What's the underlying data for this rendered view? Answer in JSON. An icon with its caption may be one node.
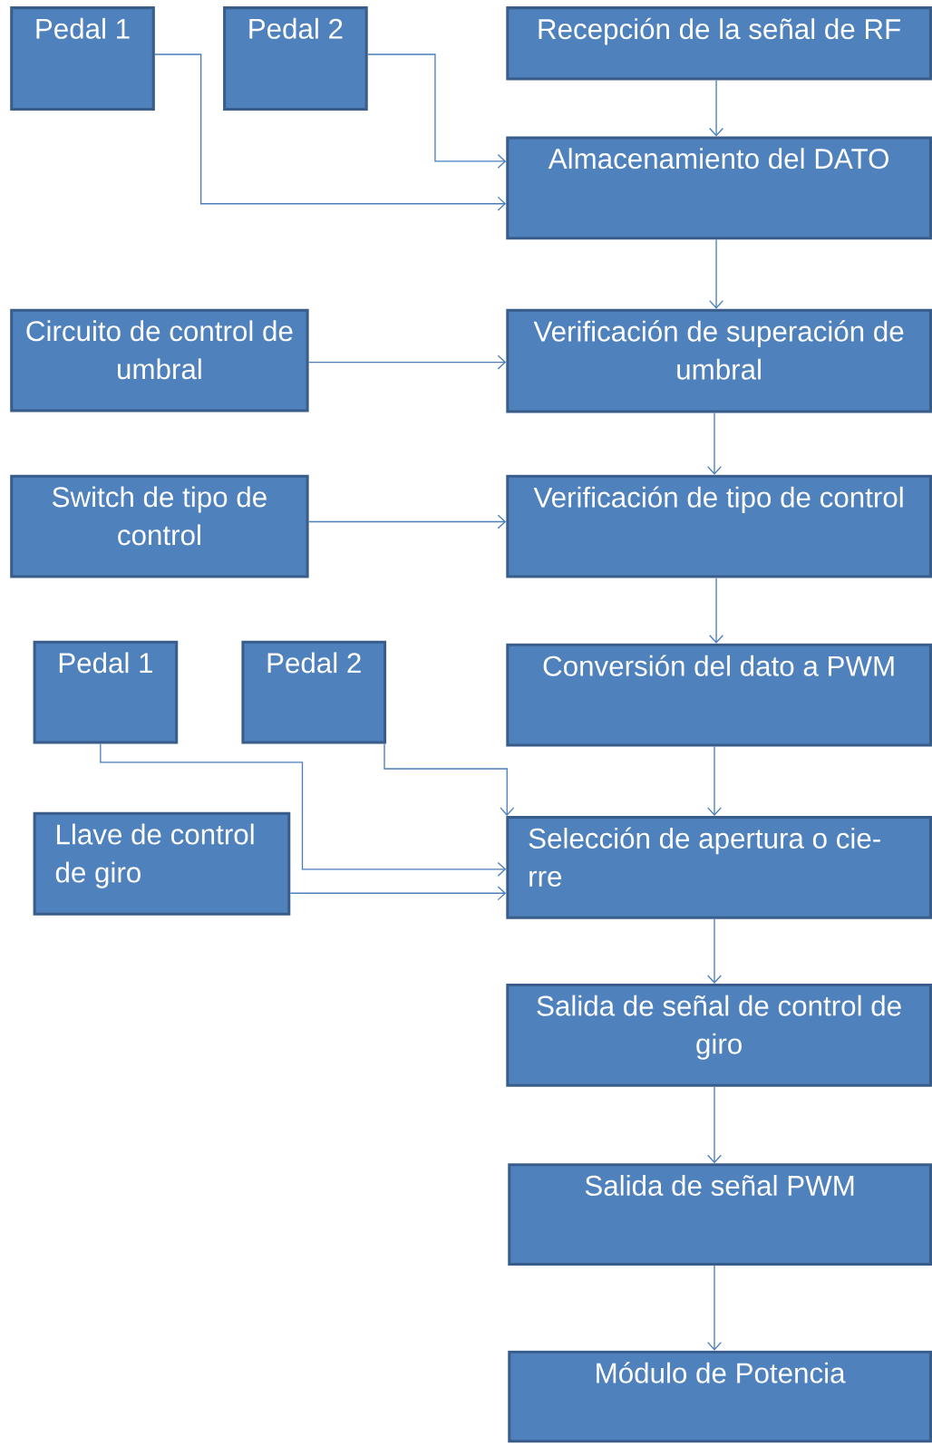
{
  "diagram": {
    "nodes": [
      {
        "text": [
          "Pedal 1"
        ]
      },
      {
        "text": [
          "Pedal 2"
        ]
      },
      {
        "text": [
          "Recepción de la señal de RF"
        ]
      },
      {
        "text": [
          "Almacenamiento del DATO"
        ]
      },
      {
        "text": [
          "Circuito de control de umbral"
        ]
      },
      {
        "text": [
          "Verificación de superación de umbral"
        ]
      },
      {
        "text": [
          "Switch de tipo de control"
        ]
      },
      {
        "text": [
          "Verificación de tipo de control"
        ]
      },
      {
        "text": [
          "Pedal 1"
        ]
      },
      {
        "text": [
          "Pedal 2"
        ]
      },
      {
        "text": [
          "Conversión del dato a PWM"
        ]
      },
      {
        "text": [
          "Llave de control de giro"
        ]
      },
      {
        "text": [
          "Selección de apertura o cie- rre"
        ]
      },
      {
        "text": [
          "Salida de señal de control de giro"
        ]
      },
      {
        "text": [
          "Salida de señal PWM"
        ]
      },
      {
        "text": [
          "Módulo de Potencia"
        ]
      }
    ],
    "edges": [
      {
        "from": 0,
        "to": 3,
        "arrow": "to"
      },
      {
        "from": 1,
        "to": 3,
        "arrow": "to"
      },
      {
        "from": 2,
        "to": 3,
        "arrow": "to"
      },
      {
        "from": 3,
        "to": 5,
        "arrow": "to"
      },
      {
        "from": 4,
        "to": 5,
        "arrow": "to"
      },
      {
        "from": 5,
        "to": 7,
        "arrow": "to"
      },
      {
        "from": 6,
        "to": 7,
        "arrow": "to"
      },
      {
        "from": 7,
        "to": 10,
        "arrow": "to"
      },
      {
        "from": 10,
        "to": 12,
        "arrow": "to"
      },
      {
        "from": 8,
        "to": 12,
        "arrow": "to"
      },
      {
        "from": 9,
        "to": 12,
        "arrow": "to"
      },
      {
        "from": 11,
        "to": 12,
        "arrow": "to"
      },
      {
        "from": 12,
        "to": 13,
        "arrow": "to"
      },
      {
        "from": 13,
        "to": 14,
        "arrow": "to"
      },
      {
        "from": 14,
        "to": 15,
        "arrow": "to"
      }
    ]
  }
}
